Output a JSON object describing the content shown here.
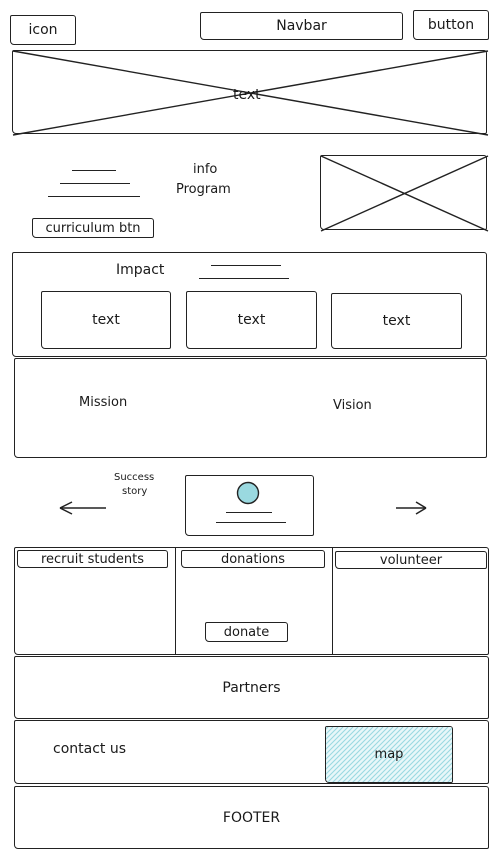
{
  "navbar": {
    "icon_label": "icon",
    "title": "Navbar",
    "button_label": "button"
  },
  "hero": {
    "text": "text"
  },
  "info": {
    "title_line1": "info",
    "title_line2": "Program",
    "curriculum_button": "curriculum btn"
  },
  "impact": {
    "title": "Impact",
    "cards": [
      "text",
      "text",
      "text"
    ]
  },
  "mission_vision": {
    "mission": "Mission",
    "vision": "Vision"
  },
  "success": {
    "title_line1": "Success",
    "title_line2": "story"
  },
  "actions": {
    "recruit": "recruit students",
    "donations": "donations",
    "volunteer": "volunteer",
    "donate_button": "donate"
  },
  "partners": {
    "title": "Partners"
  },
  "contact": {
    "title": "contact us",
    "map_label": "map",
    "map_color": "#9ad9e0"
  },
  "footer": {
    "title": "FOOTER"
  }
}
